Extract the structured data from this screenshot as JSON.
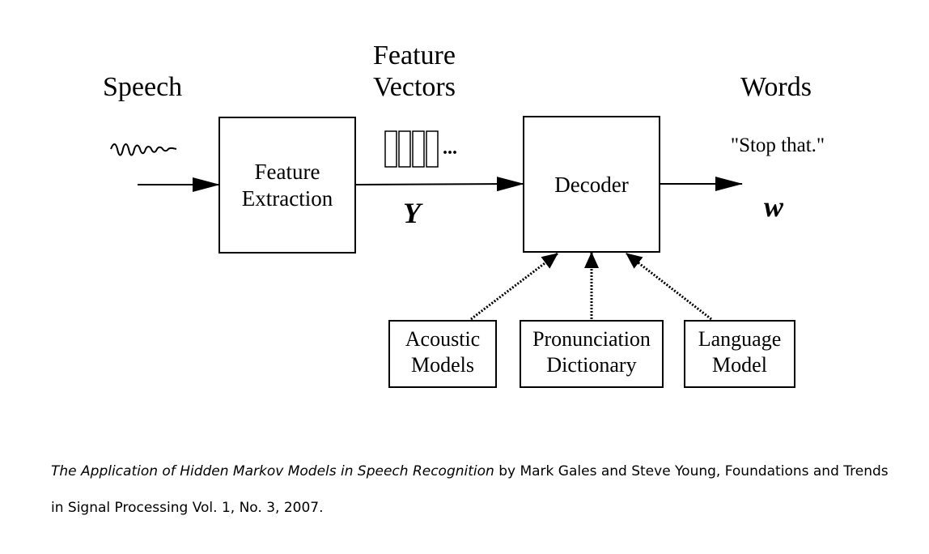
{
  "diagram": {
    "input_label": "Speech",
    "feature_vectors_label_line1": "Feature",
    "feature_vectors_label_line2": "Vectors",
    "output_label": "Words",
    "feature_extraction_line1": "Feature",
    "feature_extraction_line2": "Extraction",
    "decoder": "Decoder",
    "ellipsis": "...",
    "feature_symbol": "Y",
    "output_quote": "\"Stop that.\"",
    "word_symbol": "w",
    "acoustic_models_line1": "Acoustic",
    "acoustic_models_line2": "Models",
    "pronunciation_line1": "Pronunciation",
    "pronunciation_line2": "Dictionary",
    "language_model_line1": "Language",
    "language_model_line2": "Model"
  },
  "caption": {
    "title": "The Application of Hidden Markov Models in Speech Recognition",
    "rest": " by Mark Gales and Steve Young, Foundations and Trends in Signal Processing Vol. 1, No. 3, 2007."
  }
}
